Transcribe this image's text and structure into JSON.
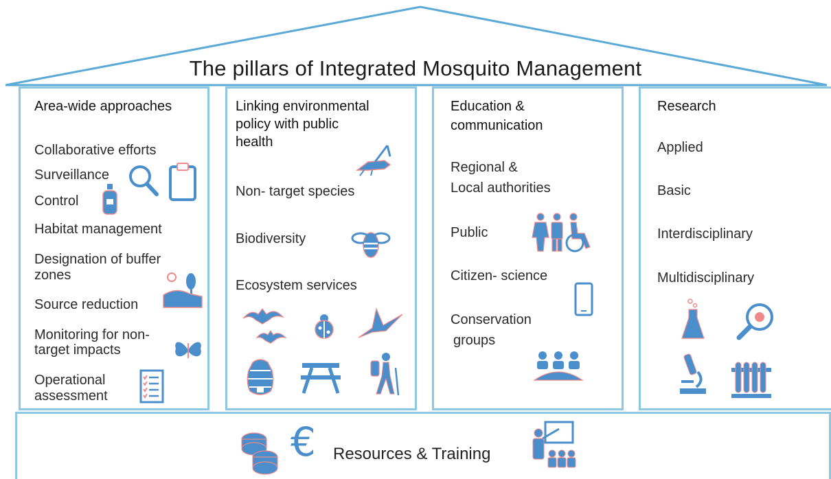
{
  "title": "The pillars of Integrated Mosquito Management",
  "colors": {
    "frame": "#5aa9d6",
    "pillar_border": "#8cc8e4",
    "icon_fill": "#4a8ecb",
    "icon_outline": "#f08a8a"
  },
  "pillars": [
    {
      "heading": "Area-wide approaches",
      "items": [
        "Collaborative efforts",
        "Surveillance",
        "Control",
        "Habitat management",
        "Designation of buffer",
        "zones",
        "Source reduction",
        "Monitoring for non-",
        "target impacts",
        "Operational",
        "assessment"
      ],
      "icons": [
        "magnifier-icon",
        "clipboard-icon",
        "spray-can-icon",
        "landscape-icon",
        "butterfly-icon",
        "checklist-icon"
      ]
    },
    {
      "heading_lines": [
        "Linking environmental",
        "policy with public",
        "health"
      ],
      "items": [
        "Non- target species",
        "Biodiversity",
        "Ecosystem services"
      ],
      "icons": [
        "grasshopper-icon",
        "bee-icon",
        "bats-icon",
        "ladybug-icon",
        "hummingbird-icon",
        "beehive-icon",
        "picnic-table-icon",
        "hiker-icon"
      ]
    },
    {
      "heading_lines": [
        "Education &",
        "communication"
      ],
      "items": [
        "Regional &",
        "Local authorities",
        "Public",
        "Citizen- science",
        "Conservation",
        "groups"
      ],
      "icons": [
        "people-icon",
        "smartphone-icon",
        "meeting-icon"
      ]
    },
    {
      "heading": "Research",
      "items": [
        "Applied",
        "Basic",
        "Interdisciplinary",
        "Multidisciplinary"
      ],
      "icons": [
        "flask-icon",
        "bug-magnifier-icon",
        "microscope-icon",
        "test-tubes-icon"
      ]
    }
  ],
  "base": {
    "label": "Resources & Training",
    "icons": [
      "coins-icon",
      "euro-icon",
      "teacher-icon"
    ],
    "euro_symbol": "€"
  }
}
